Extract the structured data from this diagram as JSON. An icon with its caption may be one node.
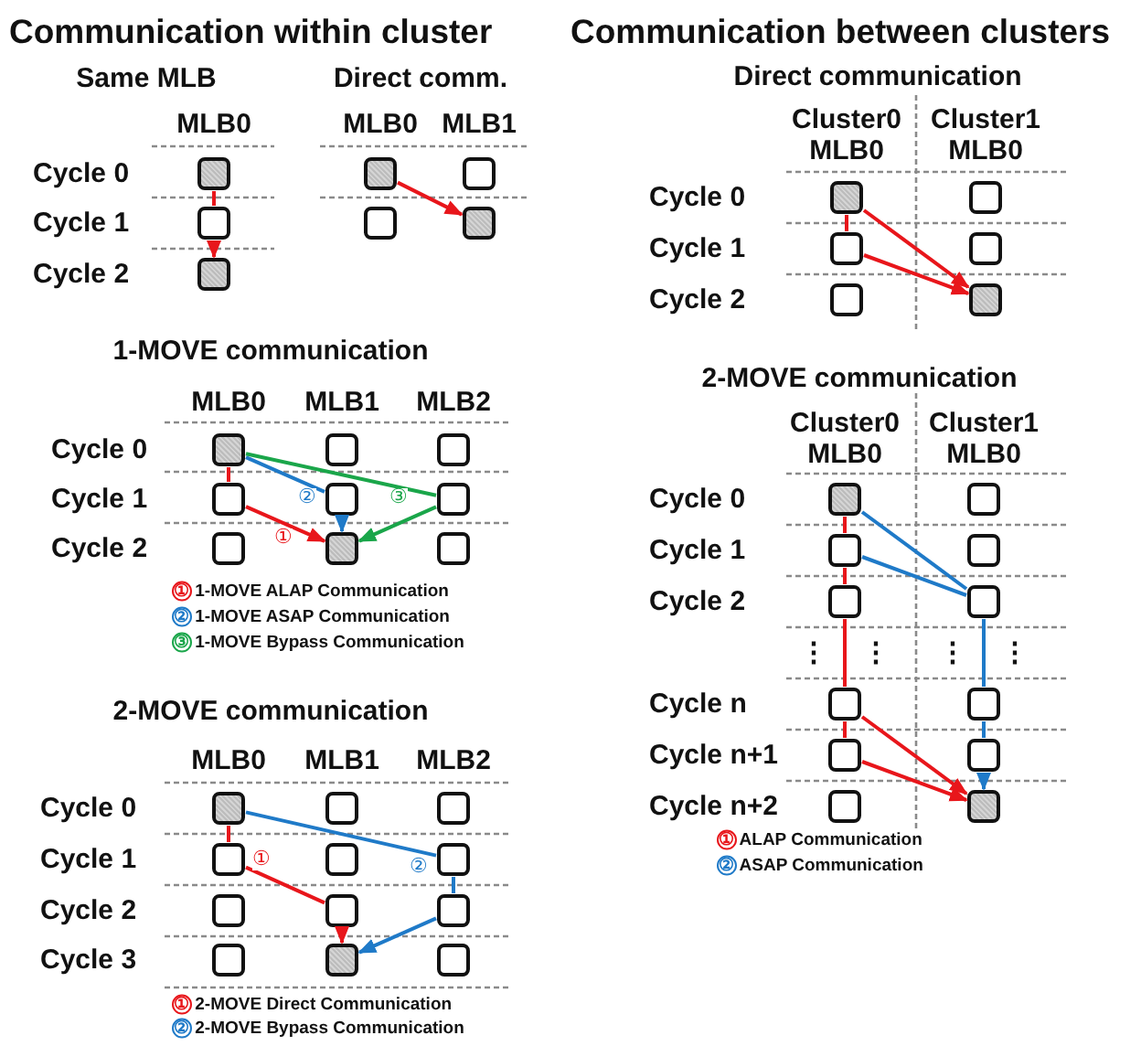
{
  "diagram": {
    "nodes": [
      {
        "text": [],
        "shape": "box"
      },
      {
        "text": [],
        "shape": "box"
      },
      {
        "text": [],
        "shape": "box"
      },
      {
        "text": [],
        "shape": "box"
      },
      {
        "text": [],
        "shape": "box"
      },
      {
        "text": [],
        "shape": "box"
      },
      {
        "text": [],
        "shape": "box"
      },
      {
        "text": [],
        "shape": "box"
      },
      {
        "text": [],
        "shape": "box"
      },
      {
        "text": [],
        "shape": "box"
      },
      {
        "text": [],
        "shape": "box"
      },
      {
        "text": [],
        "shape": "box"
      },
      {
        "text": [],
        "shape": "box"
      },
      {
        "text": [],
        "shape": "box"
      },
      {
        "text": [],
        "shape": "box"
      },
      {
        "text": [],
        "shape": "box"
      },
      {
        "text": [],
        "shape": "box"
      },
      {
        "text": [],
        "shape": "box"
      },
      {
        "text": [],
        "shape": "box"
      },
      {
        "text": [],
        "shape": "box"
      },
      {
        "text": [],
        "shape": "box"
      },
      {
        "text": [],
        "shape": "box"
      },
      {
        "text": [],
        "shape": "box"
      },
      {
        "text": [],
        "shape": "box"
      },
      {
        "text": [],
        "shape": "box"
      },
      {
        "text": [],
        "shape": "box"
      },
      {
        "text": [],
        "shape": "box"
      },
      {
        "text": [],
        "shape": "box"
      },
      {
        "text": [],
        "shape": "box"
      },
      {
        "text": [],
        "shape": "box"
      },
      {
        "text": [],
        "shape": "box"
      },
      {
        "text": [],
        "shape": "box"
      },
      {
        "text": [],
        "shape": "box"
      },
      {
        "text": [],
        "shape": "box"
      },
      {
        "text": [],
        "shape": "box"
      },
      {
        "text": [],
        "shape": "box"
      },
      {
        "text": [],
        "shape": "box"
      },
      {
        "text": [],
        "shape": "box"
      },
      {
        "text": [],
        "shape": "box"
      },
      {
        "text": [],
        "shape": "box"
      },
      {
        "text": [],
        "shape": "box"
      },
      {
        "text": [],
        "shape": "box"
      },
      {
        "text": [],
        "shape": "box"
      },
      {
        "text": [],
        "shape": "box"
      },
      {
        "text": [],
        "shape": "box"
      },
      {
        "text": [],
        "shape": "box"
      }
    ],
    "edges": [
      {
        "from": 0,
        "to": 1,
        "arrow": "none"
      },
      {
        "from": 1,
        "to": 2,
        "arrow": "to"
      },
      {
        "from": 3,
        "to": 6,
        "arrow": "to"
      },
      {
        "from": 7,
        "to": 10,
        "arrow": "none"
      },
      {
        "from": 10,
        "to": 14,
        "arrow": "to",
        "label": "①"
      },
      {
        "from": 7,
        "to": 11,
        "arrow": "none",
        "label": "②",
        "color": "#1f7ac8"
      },
      {
        "from": 11,
        "to": 14,
        "arrow": "to",
        "color": "#1f7ac8"
      },
      {
        "from": 7,
        "to": 12,
        "arrow": "none",
        "label": "③",
        "color": "#1aa64a"
      },
      {
        "from": 12,
        "to": 14,
        "arrow": "to",
        "color": "#1aa64a"
      },
      {
        "from": 16,
        "to": 19,
        "arrow": "none"
      },
      {
        "from": 19,
        "to": 23,
        "arrow": "none",
        "label": "①"
      },
      {
        "from": 23,
        "to": 26,
        "arrow": "to"
      },
      {
        "from": 16,
        "to": 21,
        "arrow": "none",
        "label": "②",
        "color": "#1f7ac8"
      },
      {
        "from": 21,
        "to": 24,
        "arrow": "none",
        "color": "#1f7ac8"
      },
      {
        "from": 24,
        "to": 26,
        "arrow": "to",
        "color": "#1f7ac8"
      },
      {
        "from": 28,
        "to": 33,
        "arrow": "to"
      },
      {
        "from": 28,
        "to": 30,
        "arrow": "none"
      },
      {
        "from": 30,
        "to": 33,
        "arrow": "to"
      },
      {
        "from": 34,
        "to": 36,
        "arrow": "none"
      },
      {
        "from": 36,
        "to": 38,
        "arrow": "none"
      },
      {
        "from": 38,
        "to": 40,
        "arrow": "none"
      },
      {
        "from": 40,
        "to": 42,
        "arrow": "none"
      },
      {
        "from": 42,
        "to": 45,
        "arrow": "to"
      },
      {
        "from": 40,
        "to": 45,
        "arrow": "to"
      },
      {
        "from": 34,
        "to": 39,
        "arrow": "none",
        "color": "#1f7ac8"
      },
      {
        "from": 36,
        "to": 39,
        "arrow": "none",
        "color": "#1f7ac8"
      },
      {
        "from": 39,
        "to": 41,
        "arrow": "none",
        "color": "#1f7ac8"
      },
      {
        "from": 41,
        "to": 43,
        "arrow": "none",
        "color": "#1f7ac8"
      },
      {
        "from": 43,
        "to": 45,
        "arrow": "to",
        "color": "#1f7ac8"
      }
    ],
    "labels": [
      "Communication within cluster",
      "Communication between clusters",
      "Same MLB",
      "Direct comm.",
      "MLB0",
      "MLB0",
      "MLB1",
      "Cycle 0",
      "Cycle 1",
      "Cycle 2",
      "1-MOVE communication",
      "MLB0",
      "MLB1",
      "MLB2",
      "Cycle 0",
      "Cycle 1",
      "Cycle 2",
      "2-MOVE communication",
      "MLB0",
      "MLB1",
      "MLB2",
      "Cycle 0",
      "Cycle 1",
      "Cycle 2",
      "Cycle 3",
      "Direct communication",
      "Cluster0 MLB0",
      "Cluster1 MLB0",
      "Cycle 0",
      "Cycle 1",
      "Cycle 2",
      "2-MOVE communication",
      "Cluster0 MLB0",
      "Cluster1 MLB0",
      "Cycle 0",
      "Cycle 1",
      "Cycle 2",
      "⋮",
      "⋮",
      "⋮",
      "⋮",
      "Cycle n",
      "Cycle n+1",
      "Cycle n+2"
    ],
    "legend": [
      {
        "text": "① 1-MOVE ALAP Communication",
        "color": "#e8161b"
      },
      {
        "text": "② 1-MOVE ASAP Communication",
        "color": "#1f7ac8"
      },
      {
        "text": "③ 1-MOVE Bypass Communication",
        "color": "#1aa64a"
      },
      {
        "text": "① 2-MOVE Direct Communication",
        "color": "#e8161b"
      },
      {
        "text": "② 2-MOVE Bypass Communication",
        "color": "#1f7ac8"
      },
      {
        "text": "① ALAP Communication",
        "color": "#e8161b"
      },
      {
        "text": "② ASAP Communication",
        "color": "#1f7ac8"
      }
    ]
  }
}
